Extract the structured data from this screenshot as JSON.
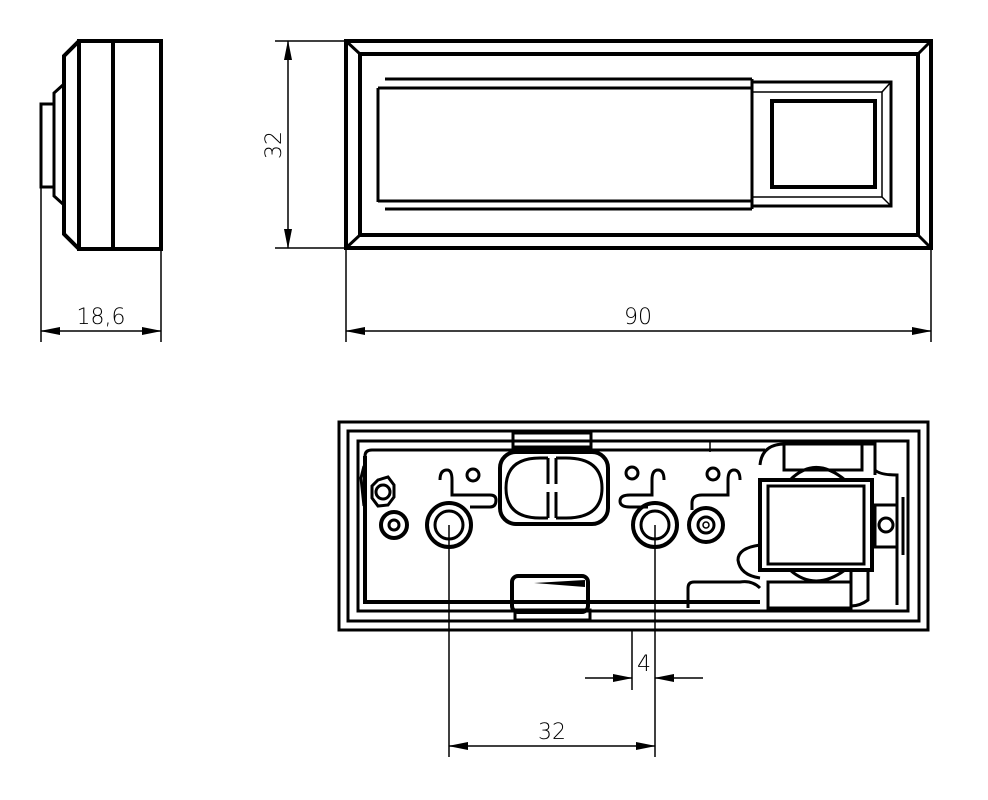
{
  "drawing": {
    "background": "#ffffff",
    "line_color": "#000000",
    "views": {
      "side_view": {
        "label": "side-view"
      },
      "front_view": {
        "label": "front-view"
      },
      "back_view": {
        "label": "back-view"
      }
    },
    "dimensions": {
      "depth": "18,6",
      "height": "32",
      "width": "90",
      "hole_spacing": "32",
      "hole_diameter": "4"
    }
  }
}
